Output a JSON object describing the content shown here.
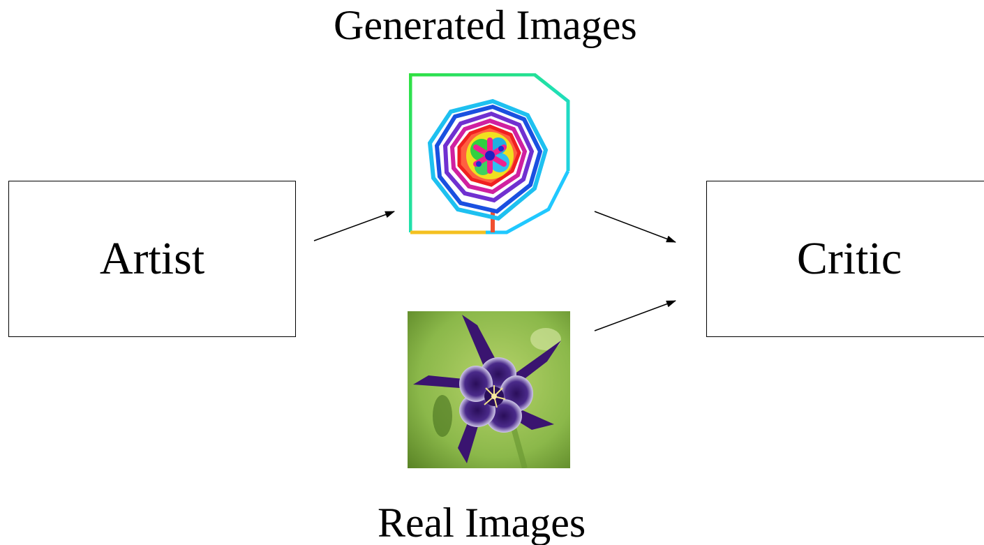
{
  "diagram": {
    "generated_label": "Generated Images",
    "real_label": "Real Images",
    "artist_label": "Artist",
    "critic_label": "Critic"
  },
  "images": {
    "generated_icon": "abstract-flower-drawing",
    "real_icon": "columbine-flower-photo"
  },
  "colors": {
    "line": "#000000",
    "background": "#ffffff",
    "petal_purple": "#3a1470",
    "leaf_green": "#7fae3b"
  }
}
